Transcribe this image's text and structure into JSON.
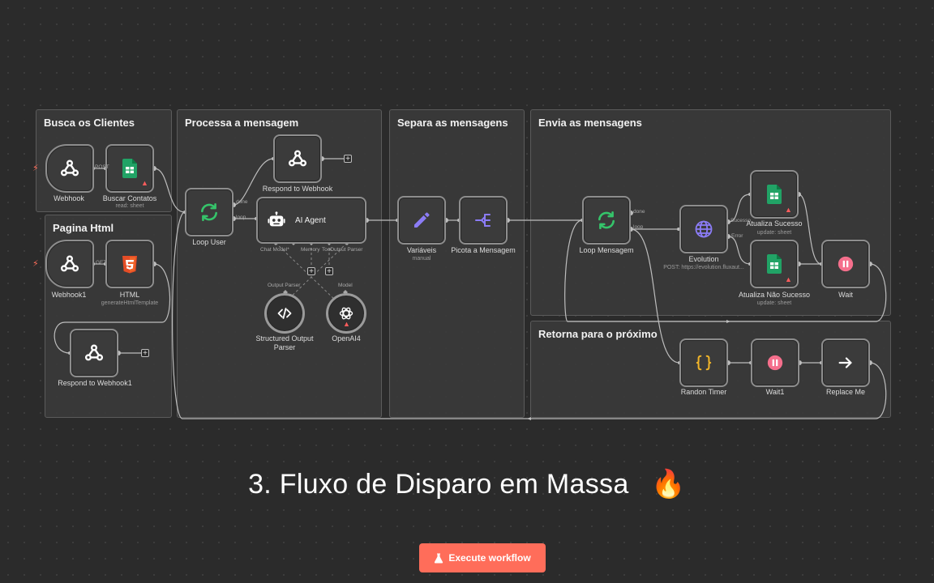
{
  "groups": {
    "busca": "Busca os Clientes",
    "pagina": "Pagina Html",
    "processa": "Processa a mensagem",
    "separa": "Separa as mensagens",
    "envia": "Envia as mensagens",
    "retorna": "Retorna para o próximo"
  },
  "nodes": {
    "webhook": {
      "label": "Webhook",
      "icon": "webhook-icon"
    },
    "buscar_contatos": {
      "label": "Buscar Contatos",
      "sub": "read: sheet",
      "icon": "sheets-icon"
    },
    "webhook1": {
      "label": "Webhook1",
      "icon": "webhook-icon"
    },
    "html": {
      "label": "HTML",
      "sub": "generateHtmlTemplate",
      "icon": "html5-icon"
    },
    "respond_webhook1": {
      "label": "Respond to Webhook1",
      "icon": "webhook-icon"
    },
    "loop_user": {
      "label": "Loop User",
      "icon": "loop-icon"
    },
    "respond_webhook": {
      "label": "Respond to Webhook",
      "icon": "webhook-icon"
    },
    "ai_agent": {
      "label": "AI Agent",
      "icon": "robot-icon"
    },
    "structured_parser": {
      "label": "Structured Output Parser",
      "icon": "code-icon"
    },
    "openai": {
      "label": "OpenAI4",
      "icon": "openai-icon"
    },
    "variaveis": {
      "label": "Variáveis",
      "sub": "manual",
      "icon": "pencil-icon"
    },
    "picota": {
      "label": "Picota a Mensagem",
      "icon": "split-icon"
    },
    "loop_mensagem": {
      "label": "Loop Mensagem",
      "icon": "loop-icon"
    },
    "evolution": {
      "label": "Evolution",
      "sub": "POST: https://evolution.fluxaut...",
      "icon": "globe-icon"
    },
    "atualiza_sucesso": {
      "label": "Atualiza Sucesso",
      "sub": "update: sheet",
      "icon": "sheets-icon"
    },
    "atualiza_nao": {
      "label": "Atualiza Não Sucesso",
      "sub": "update: sheet",
      "icon": "sheets-icon"
    },
    "wait": {
      "label": "Wait",
      "icon": "pause-icon"
    },
    "randon_timer": {
      "label": "Randon Timer",
      "icon": "braces-icon"
    },
    "wait1": {
      "label": "Wait1",
      "icon": "pause-icon"
    },
    "replace_me": {
      "label": "Replace Me",
      "icon": "arrow-right-icon"
    }
  },
  "edge_labels": {
    "post": "POST",
    "get": "GET",
    "done": "done",
    "loop": "loop",
    "done2": "done",
    "loop2": "loop",
    "sucesso": "Sucesso",
    "error": "Error",
    "chat_model": "Chat Model*",
    "memory": "Memory",
    "tool": "Tool",
    "output_parser": "Output Parser",
    "output_parser2": "Output Parser",
    "model": "Model"
  },
  "headline": "3. Fluxo de Disparo em Massa",
  "headline_emoji": "🔥",
  "execute_button": "Execute workflow",
  "colors": {
    "accent": "#ff6d5a",
    "sheets": "#21a366",
    "html5": "#e44d26",
    "ai_purple": "#8b7cf6",
    "loop_green": "#35c46a",
    "pause_pink": "#f56f8c",
    "braces_yellow": "#f0b429"
  }
}
